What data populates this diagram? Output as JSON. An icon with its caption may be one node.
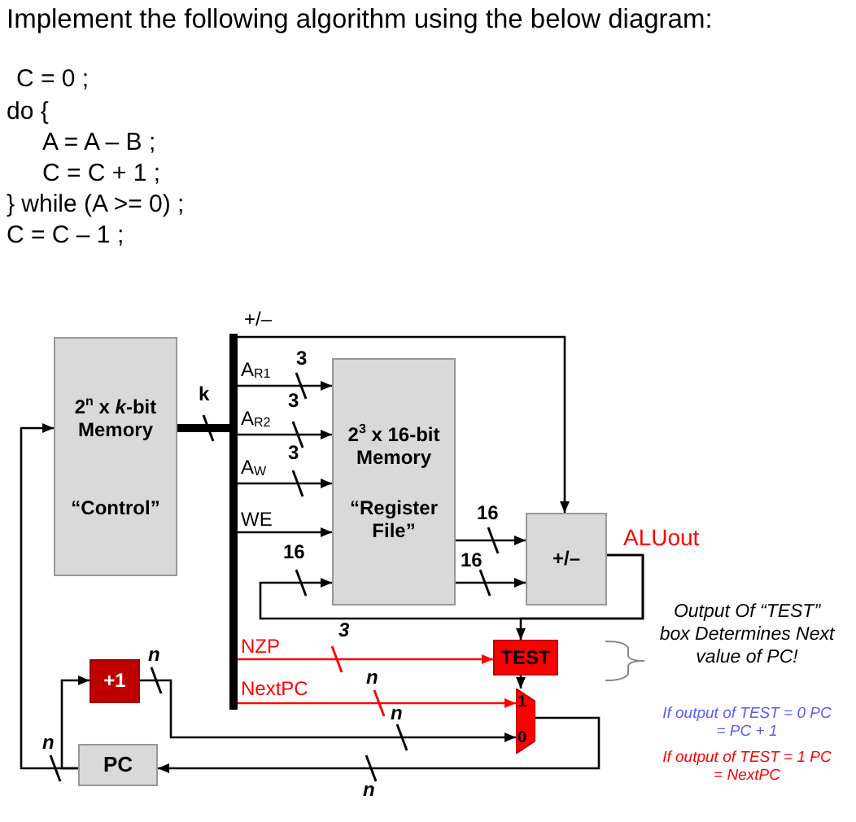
{
  "diagram": {
    "title": "Implement the following algorithm using the below diagram:",
    "nodes": [
      {
        "text": [
          "2$^{n}$ x *k*-bit Memory",
          "“Control”"
        ]
      },
      {
        "text": [
          "2$^{3}$ x 16-bit Memory",
          "“Register File”"
        ]
      },
      {
        "text": [
          "+/–"
        ],
        "beside": [
          "ALUout"
        ]
      },
      {
        "text": [
          "TEST"
        ]
      },
      {
        "text": [
          "1",
          "0"
        ]
      },
      {
        "text": [
          "+1"
        ]
      },
      {
        "text": [
          "PC"
        ]
      },
      {
        "text": [],
        "shape": "bar"
      }
    ],
    "edges": [
      {
        "from": 0,
        "to": 7,
        "arrow": "none",
        "style": "thick"
      },
      {
        "from": 7,
        "to": 1,
        "arrow": "to",
        "label": "A$_{R1}$"
      },
      {
        "from": 7,
        "to": 1,
        "arrow": "to",
        "label": "A$_{R2}$"
      },
      {
        "from": 7,
        "to": 1,
        "arrow": "to",
        "label": "A$_{W}$"
      },
      {
        "from": 7,
        "to": 1,
        "arrow": "to",
        "label": "WE"
      },
      {
        "from": 7,
        "to": 2,
        "arrow": "to",
        "label": "+/–"
      },
      {
        "from": 1,
        "to": 2,
        "arrow": "to"
      },
      {
        "from": 1,
        "to": 2,
        "arrow": "to"
      },
      {
        "from": 2,
        "to": 1,
        "arrow": "to"
      },
      {
        "from": 2,
        "to": 3,
        "arrow": "to"
      },
      {
        "from": 7,
        "to": 3,
        "arrow": "to",
        "label": "NZP",
        "color": "#ff0000"
      },
      {
        "from": 7,
        "to": 4,
        "arrow": "to",
        "label": "NextPC",
        "color": "#ff0000"
      },
      {
        "from": 3,
        "to": 4,
        "arrow": "to"
      },
      {
        "from": 5,
        "to": 4,
        "arrow": "to"
      },
      {
        "from": 4,
        "to": 6,
        "arrow": "to"
      },
      {
        "from": 6,
        "to": 5,
        "arrow": "to"
      },
      {
        "from": 6,
        "to": 0,
        "arrow": "to"
      }
    ],
    "labels": [
      "C = 0 ;",
      "do {",
      "A = A – B ;",
      "C = C + 1 ;",
      "} while (A >= 0) ;",
      "C = C – 1 ;",
      "3",
      "k",
      "3",
      "3",
      "16",
      "16",
      "16",
      "3",
      "n",
      "n",
      "n",
      "n",
      "n",
      "Output Of “TEST” box Determines Next value of PC!",
      "If output of TEST = 0 PC = PC + 1",
      "If output of TEST = 1 PC = NextPC"
    ]
  }
}
